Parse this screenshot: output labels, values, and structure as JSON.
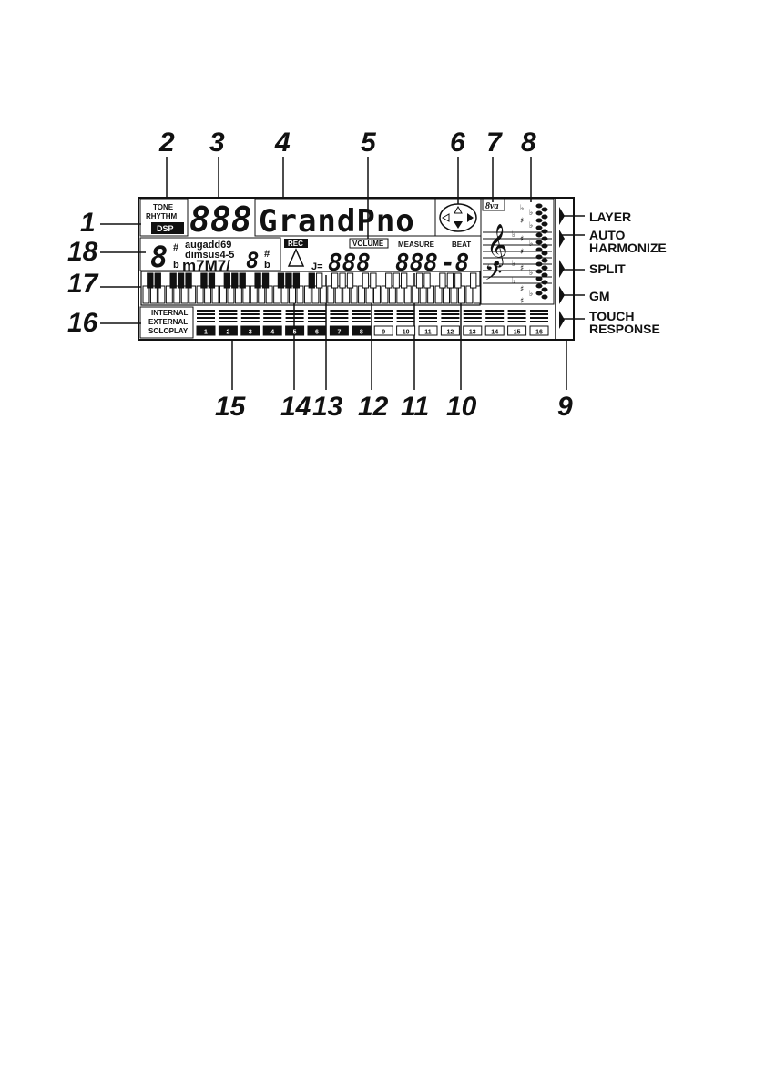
{
  "callout_numbers": [
    "1",
    "2",
    "3",
    "4",
    "5",
    "6",
    "7",
    "8",
    "9",
    "10",
    "11",
    "12",
    "13",
    "14",
    "15",
    "16",
    "17",
    "18"
  ],
  "side_labels": {
    "layer": "LAYER",
    "auto": "AUTO",
    "harmonize": "HARMONIZE",
    "split": "SPLIT",
    "gm": "GM",
    "touch": "TOUCH",
    "response": "RESPONSE"
  },
  "lcd": {
    "tone": "TONE",
    "rhythm": "RHYTHM",
    "dsp": "DSP",
    "number_digits": "888",
    "tone_name": "GrandPno",
    "chord_root": "8",
    "sharp": "#",
    "flat": "b",
    "chord_line1": "augadd69",
    "chord_line2": "dimsus4-5",
    "chord_line3": "m7M7/",
    "bass_root": "8",
    "rec": "REC",
    "volume": "VOLUME",
    "tempo_prefix": "J=",
    "tempo_digits": "888",
    "measure": "MEASURE",
    "beat": "BEAT",
    "measure_digits": "888",
    "beat_digit": "-8",
    "octave": "8va",
    "source_internal": "INTERNAL",
    "source_external": "EXTERNAL",
    "source_soloplay": "SOLOPLAY",
    "channels": [
      "1",
      "2",
      "3",
      "4",
      "5",
      "6",
      "7",
      "8",
      "9",
      "10",
      "11",
      "12",
      "13",
      "14",
      "15",
      "16"
    ]
  }
}
